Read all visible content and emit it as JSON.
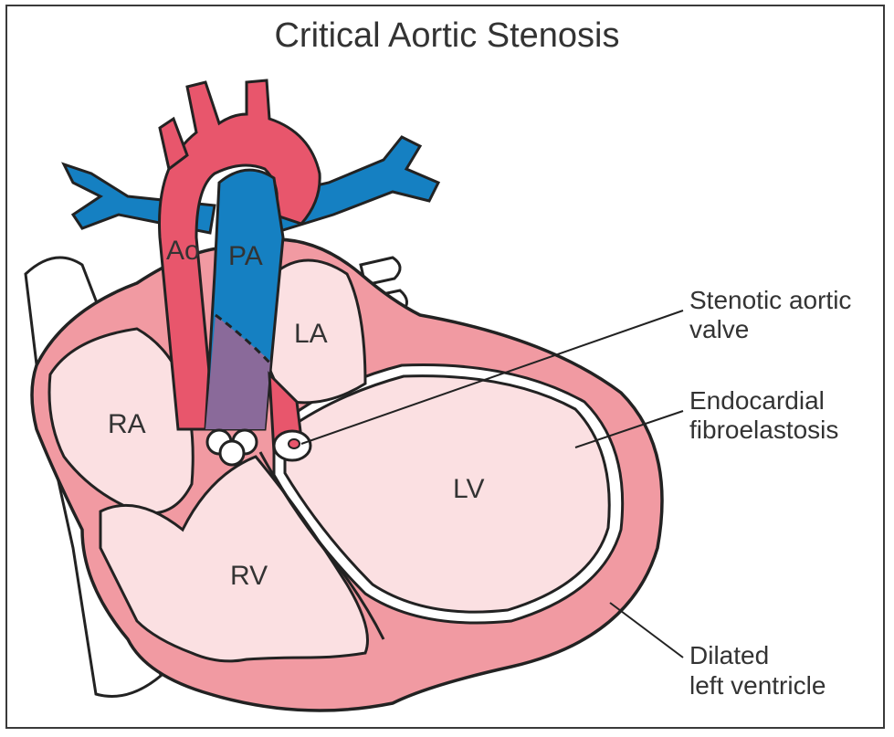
{
  "title": "Critical Aortic Stenosis",
  "labels": {
    "ao": "Ao",
    "pa": "PA",
    "la": "LA",
    "ra": "RA",
    "rv": "RV",
    "lv": "LV"
  },
  "callouts": {
    "valve": [
      "Stenotic aortic",
      "valve"
    ],
    "fibro": [
      "Endocardial",
      "fibroelastosis"
    ],
    "dilated": [
      "Dilated",
      "left ventricle"
    ]
  },
  "colors": {
    "aorta": "#e8566c",
    "pulmonary": "#1580c2",
    "muscle": "#f19aa2",
    "chamber": "#fbe0e2",
    "outline": "#222222"
  }
}
